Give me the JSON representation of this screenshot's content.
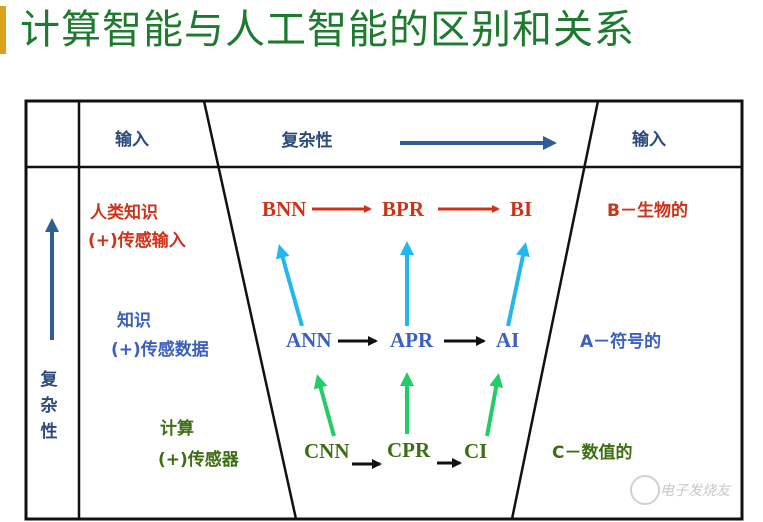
{
  "title": "计算智能与人工智能的区别和关系",
  "header": {
    "left_input": "输入",
    "complexity": "复杂性",
    "right_input": "输入"
  },
  "left_axis_label": [
    "复",
    "杂",
    "性"
  ],
  "rows": [
    {
      "left_text": [
        "人类知识",
        "(+)传感输入"
      ],
      "nodes": [
        "BNN",
        "BPR",
        "BI"
      ],
      "right_text": "B－生物的",
      "color": "#cc3318"
    },
    {
      "left_text": [
        "知识",
        "(+)传感数据"
      ],
      "nodes": [
        "ANN",
        "APR",
        "AI"
      ],
      "right_text": "A－符号的",
      "color": "#3a5fbf"
    },
    {
      "left_text": [
        "计算",
        "(+)传感器"
      ],
      "nodes": [
        "CNN",
        "CPR",
        "CI"
      ],
      "right_text": "C－数值的",
      "color": "#3e6e14"
    }
  ],
  "colors": {
    "title": "#1e7a2e",
    "accent_bar": "#d9a21b",
    "header_text": "#2c4a7a",
    "axis_arrow": "#2e5e9a",
    "upper_arrows": "#22b8ee",
    "lower_arrows": "#22cc66",
    "row_arrows_top": "#cc3318",
    "row_arrows_other": "#111111"
  },
  "watermark": "电子发烧友"
}
